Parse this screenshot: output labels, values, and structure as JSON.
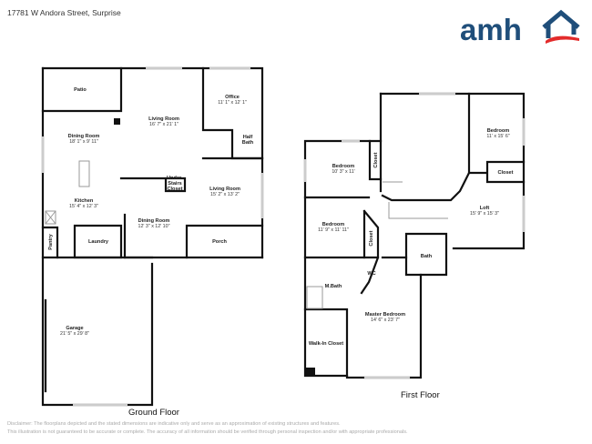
{
  "header": {
    "address": "17781 W Andora Street, Surprise",
    "logo_text": "amh",
    "brand_blue": "#1f4e7a",
    "brand_red": "#e32b2b"
  },
  "ground_floor": {
    "label": "Ground Floor",
    "rooms": [
      {
        "name": "Patio",
        "dims": ""
      },
      {
        "name": "Living Room",
        "dims": "16' 7\" x 21' 1\""
      },
      {
        "name": "Office",
        "dims": "11' 1\" x 12' 1\""
      },
      {
        "name": "Half",
        "dims": "Bath"
      },
      {
        "name": "Dining Room",
        "dims": "18' 1\" x 9' 11\""
      },
      {
        "name": "Under-",
        "dims": "Stairs"
      },
      {
        "name": "Closet",
        "dims": ""
      },
      {
        "name": "Living Room",
        "dims": "15' 2\" x 13' 2\""
      },
      {
        "name": "Kitchen",
        "dims": "15' 4\" x 12' 3\""
      },
      {
        "name": "Dining Room",
        "dims": "12' 3\" x 12' 10\""
      },
      {
        "name": "Laundry",
        "dims": ""
      },
      {
        "name": "Pantry",
        "dims": ""
      },
      {
        "name": "Porch",
        "dims": ""
      },
      {
        "name": "Garage",
        "dims": "21' 5\" x 29' 8\""
      }
    ]
  },
  "first_floor": {
    "label": "First Floor",
    "rooms": [
      {
        "name": "Bedroom",
        "dims": "10' 3\" x 11'"
      },
      {
        "name": "Closet",
        "dims": ""
      },
      {
        "name": "Bedroom",
        "dims": "11' x 15' 6\""
      },
      {
        "name": "Closet",
        "dims": ""
      },
      {
        "name": "Loft",
        "dims": "15' 9\" x 15' 3\""
      },
      {
        "name": "Bedroom",
        "dims": "11' 9\" x 11' 11\""
      },
      {
        "name": "Closet",
        "dims": ""
      },
      {
        "name": "Bath",
        "dims": ""
      },
      {
        "name": "WC",
        "dims": ""
      },
      {
        "name": "M.Bath",
        "dims": ""
      },
      {
        "name": "Master Bedroom",
        "dims": "14' 6\" x 23' 7\""
      },
      {
        "name": "Walk-In Closet",
        "dims": ""
      }
    ]
  },
  "disclaimer": {
    "line1": "Disclaimer: The floorplans depicted and the stated dimensions are indicative only and serve as an approximation of existing structures and features.",
    "line2": "This illustration is not guaranteed to be accurate or complete. The accuracy of all information should be verified through personal inspection and/or with appropriate professionals."
  }
}
